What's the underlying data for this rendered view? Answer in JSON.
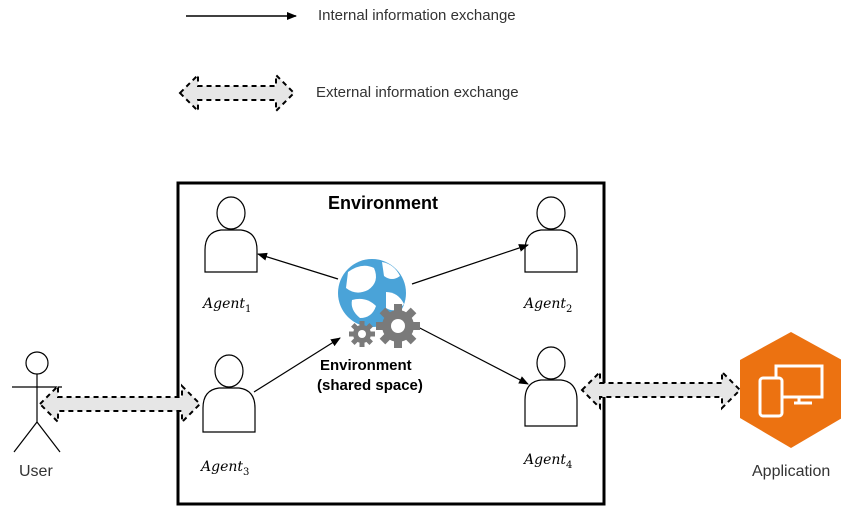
{
  "legend": {
    "internal_label": "Internal information exchange",
    "external_label": "External information exchange"
  },
  "environment": {
    "title": "Environment",
    "hub_label_line1": "Environment",
    "hub_label_line2": "(shared space)"
  },
  "agents": [
    {
      "name": "Agent",
      "sub": "1"
    },
    {
      "name": "Agent",
      "sub": "2"
    },
    {
      "name": "Agent",
      "sub": "3"
    },
    {
      "name": "Agent",
      "sub": "4"
    }
  ],
  "actors": {
    "user_label": "User",
    "application_label": "Application"
  },
  "colors": {
    "line": "#000000",
    "dashed_fill": "#e6e6e6",
    "globe": "#4aa3d8",
    "gear": "#7a7a7a",
    "app_orange": "#ec7211",
    "text": "#333333"
  },
  "icons": {
    "hub": "globe-gears-icon",
    "application": "monitor-tablet-icon",
    "user": "stick-figure-icon",
    "agent": "person-silhouette-icon"
  }
}
